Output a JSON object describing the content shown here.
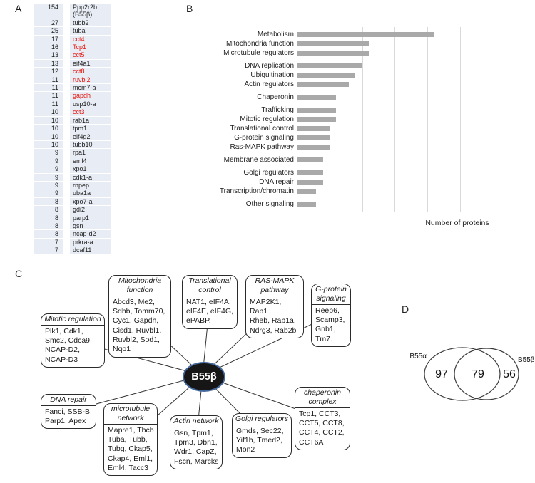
{
  "panel_labels": {
    "a": "A",
    "b": "B",
    "c": "C",
    "d": "D"
  },
  "colors": {
    "red_gene": "#e8150d",
    "bar": "#a9a9a9",
    "gridline": "#d9d9d9",
    "axis": "#c9c9c9",
    "row_bg": "#e8edf5",
    "node_fill": "#161616",
    "node_ring": "#44689d",
    "line": "#333333"
  },
  "table": {
    "rows": [
      {
        "count": "154",
        "gene": "Ppp2r2b",
        "gene2": "(B55β)",
        "red": false
      },
      {
        "count": "27",
        "gene": "tubb2",
        "red": false
      },
      {
        "count": "25",
        "gene": "tuba",
        "red": false
      },
      {
        "count": "17",
        "gene": "cct4",
        "red": true
      },
      {
        "count": "16",
        "gene": "Tcp1",
        "red": true
      },
      {
        "count": "13",
        "gene": "cct5",
        "red": true
      },
      {
        "count": "13",
        "gene": "eif4a1",
        "red": false
      },
      {
        "count": "12",
        "gene": "cct8",
        "red": true
      },
      {
        "count": "11",
        "gene": "ruvbl2",
        "red": true
      },
      {
        "count": "11",
        "gene": "mcm7-a",
        "red": false
      },
      {
        "count": "11",
        "gene": "gapdh",
        "red": true
      },
      {
        "count": "11",
        "gene": "usp10-a",
        "red": false
      },
      {
        "count": "10",
        "gene": "cct3",
        "red": true
      },
      {
        "count": "10",
        "gene": "rab1a",
        "red": false
      },
      {
        "count": "10",
        "gene": "tpm1",
        "red": false
      },
      {
        "count": "10",
        "gene": "eif4g2",
        "red": false
      },
      {
        "count": "10",
        "gene": "tubb10",
        "red": false
      },
      {
        "count": "9",
        "gene": "rpa1",
        "red": false
      },
      {
        "count": "9",
        "gene": "eml4",
        "red": false
      },
      {
        "count": "9",
        "gene": "xpo1",
        "red": false
      },
      {
        "count": "9",
        "gene": "cdk1-a",
        "red": false
      },
      {
        "count": "9",
        "gene": "rnpep",
        "red": false
      },
      {
        "count": "9",
        "gene": "uba1a",
        "red": false
      },
      {
        "count": "8",
        "gene": "xpo7-a",
        "red": false
      },
      {
        "count": "8",
        "gene": "gdi2",
        "red": false
      },
      {
        "count": "8",
        "gene": "parp1",
        "red": false
      },
      {
        "count": "8",
        "gene": "gsn",
        "red": false
      },
      {
        "count": "8",
        "gene": "ncap-d2",
        "red": false
      },
      {
        "count": "7",
        "gene": "prkra-a",
        "red": false
      },
      {
        "count": "7",
        "gene": "dcaf11",
        "red": false
      }
    ]
  },
  "chart_data": {
    "type": "bar",
    "orientation": "horizontal",
    "categories": [
      "Metabolism",
      "Mitochondria function",
      "Microtubule regulators",
      "DNA replication",
      "Ubiquitination",
      "Actin regulators",
      "Chaperonin",
      "Trafficking",
      "Mitotic regulation",
      "Translational control",
      "G-protein signaling",
      "Ras-MAPK pathway",
      "Membrane associated",
      "Golgi regulators",
      "DNA repair",
      "Transcription/chromatin",
      "Other signaling"
    ],
    "values": [
      21,
      11,
      11,
      10,
      9,
      8,
      6,
      6,
      6,
      5,
      5,
      5,
      4,
      4,
      4,
      3,
      3
    ],
    "title": "",
    "xlabel": "Number of proteins",
    "ylabel": "",
    "xlim": [
      0,
      25
    ],
    "gridlines": [
      5,
      10,
      15,
      20,
      25
    ],
    "grid": true,
    "legend": false
  },
  "network": {
    "center_label": "B55β",
    "groups": [
      {
        "id": "mitotic",
        "title": "Mitotic regulation",
        "members": "Plk1, Cdk1,\nSmc2, Cdca9,\nNCAP-D2,\nNCAP-D3"
      },
      {
        "id": "mito",
        "title": "Mitochondria\nfunction",
        "members": "Abcd3, Me2,\nSdhb, Tomm70,\nCyc1, Gapdh,\nCisd1, Ruvbl1,\nRuvbl2, Sod1,\nNqo1"
      },
      {
        "id": "transl",
        "title": "Translational\ncontrol",
        "members": "NAT1, eIF4A,\neIF4E, eIF4G,\nePABP."
      },
      {
        "id": "rasmapk",
        "title": "RAS-MAPK\npathway",
        "members": "MAP2K1, Rap1\nRheb, Rab1a,\nNdrg3, Rab2b"
      },
      {
        "id": "gprotein",
        "title": "G-protein\nsignaling",
        "members": "Reep6,\nScamp3,\nGnb1,\nTm7."
      },
      {
        "id": "dnarepair",
        "title": "DNA repair",
        "members": "Fanci, SSB-B,\nParp1, Apex"
      },
      {
        "id": "microtubule",
        "title": "microtubule\nnetwork",
        "members": "Mapre1, Tbcb\nTuba, Tubb,\nTubg, Ckap5,\nCkap4, Eml1,\nEml4, Tacc3"
      },
      {
        "id": "actin",
        "title": "Actin network",
        "members": "Gsn, Tpm1,\nTpm3, Dbn1,\nWdr1, CapZ,\nFscn, Marcks"
      },
      {
        "id": "golgi",
        "title": "Golgi regulators",
        "members": "Gmds, Sec22,\nYif1b, Tmed2,\nMon2"
      },
      {
        "id": "chaperonin",
        "title": "chaperonin\ncomplex",
        "members": "Tcp1, CCT3,\nCCT5, CCT8,\nCCT4, CCT2,\nCCT6A"
      }
    ]
  },
  "venn": {
    "left_label": "B55α",
    "right_label": "B55β",
    "left_only": "97",
    "overlap": "79",
    "right_only": "56"
  }
}
